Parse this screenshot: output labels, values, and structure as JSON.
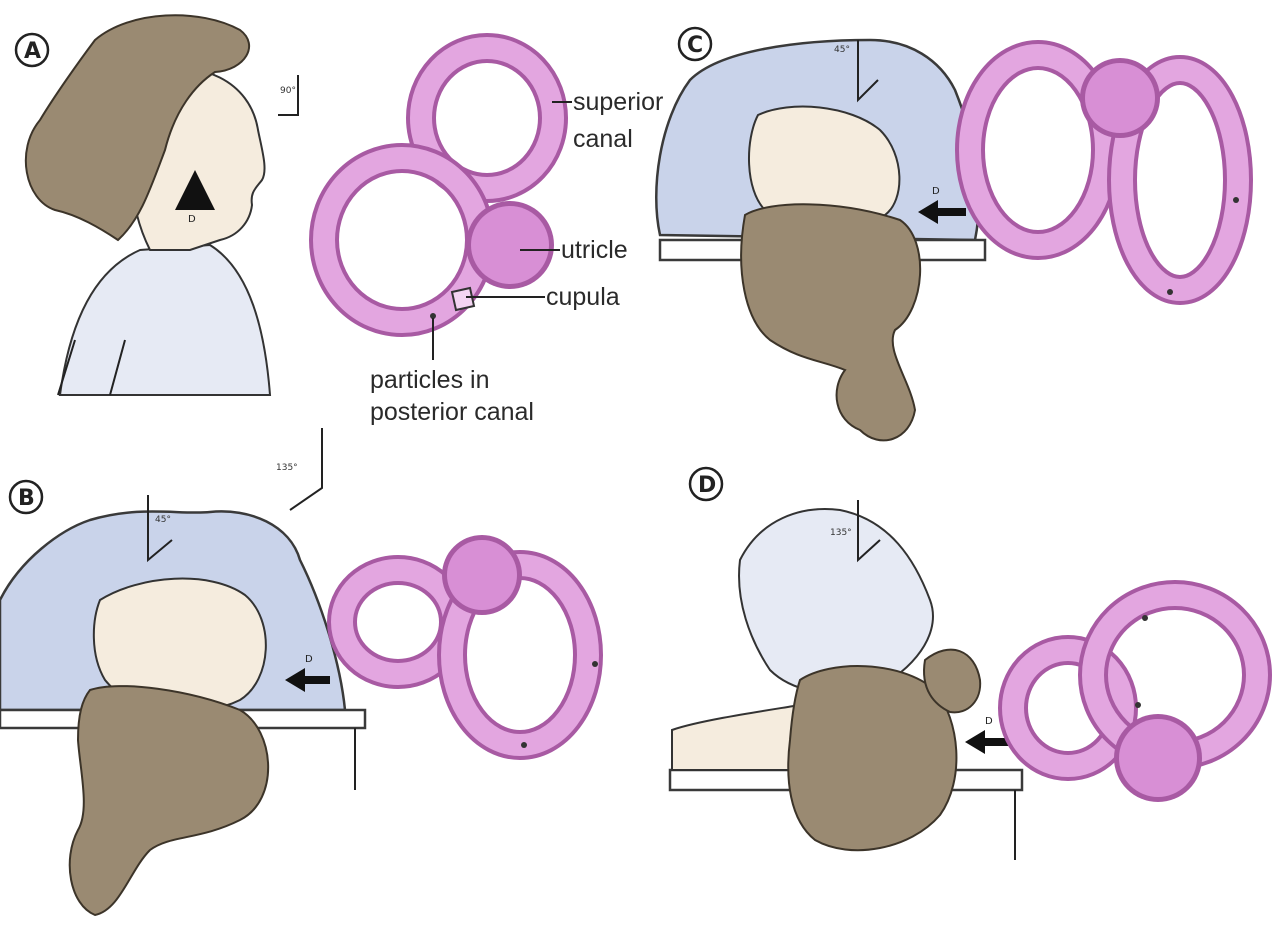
{
  "panels": [
    {
      "letter": "A",
      "angle": "90°"
    },
    {
      "letter": "B",
      "angle_pillow": "45°",
      "angle_side": "135°",
      "d_label": "D"
    },
    {
      "letter": "C",
      "angle": "45°",
      "d_label": "D"
    },
    {
      "letter": "D",
      "angle": "135°",
      "d_label": "D"
    }
  ],
  "labels": {
    "superior_canal_1": "superior",
    "superior_canal_2": "canal",
    "utricle": "utricle",
    "cupula": "cupula",
    "particles_1": "particles in",
    "particles_2": "posterior canal",
    "face_d": "D"
  },
  "colors": {
    "canal_outline": "#a85aa3",
    "canal_fill": "#e3a6e0",
    "pillow": "#c9d3ea",
    "hair": "#9a8a72"
  }
}
